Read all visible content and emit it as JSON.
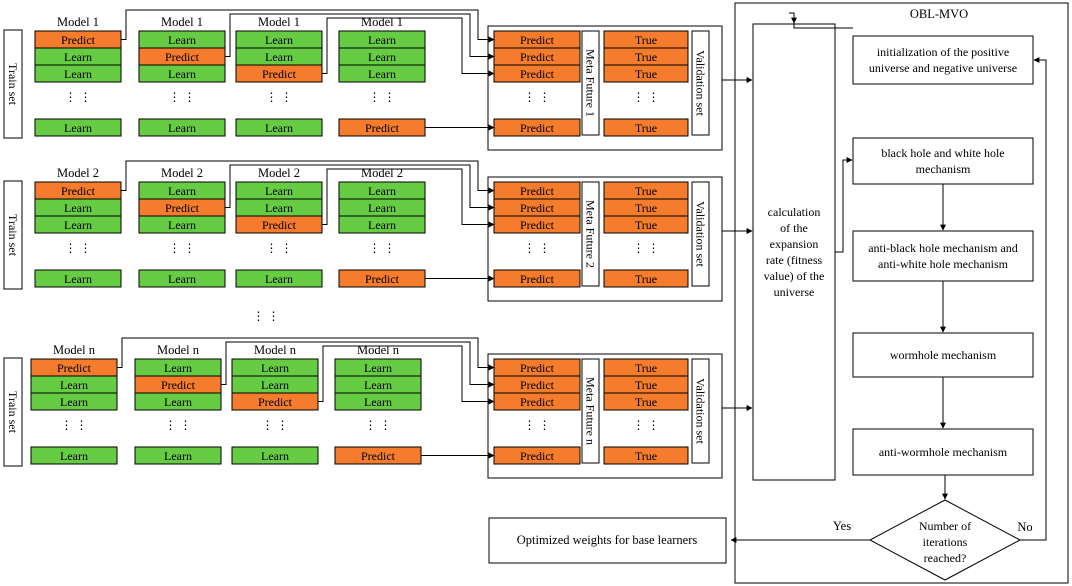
{
  "colors": {
    "learn_fill": "#66cc44",
    "predict_fill": "#f47c2c",
    "true_fill": "#f47c2c",
    "stroke": "#000000",
    "background": "#ffffff"
  },
  "labels": {
    "learn": "Learn",
    "predict": "Predict",
    "true": "True",
    "ellipsis": "⋮ ⋮",
    "train_set": "Train set",
    "validation_set": "Validation set"
  },
  "groups": [
    {
      "model_label": "Model 1",
      "meta_label": "Meta Future 1"
    },
    {
      "model_label": "Model 2",
      "meta_label": "Meta Future 2"
    },
    {
      "model_label": "Model n",
      "meta_label": "Meta Future n"
    }
  ],
  "between_groups_ellipsis": "⋮ ⋮",
  "obl_mvo": {
    "title": "OBL-MVO",
    "fitness_box": "calculation of the expansion rate (fitness value) of the universe",
    "steps": [
      "initialization of the positive universe and negative universe",
      "black hole and white hole mechanism",
      "anti-black hole mechanism and anti-white hole mechanism",
      "wormhole mechanism",
      "anti-wormhole mechanism"
    ],
    "decision": "Number of iterations reached?",
    "yes_label": "Yes",
    "no_label": "No",
    "output": "Optimized weights for base learners"
  }
}
